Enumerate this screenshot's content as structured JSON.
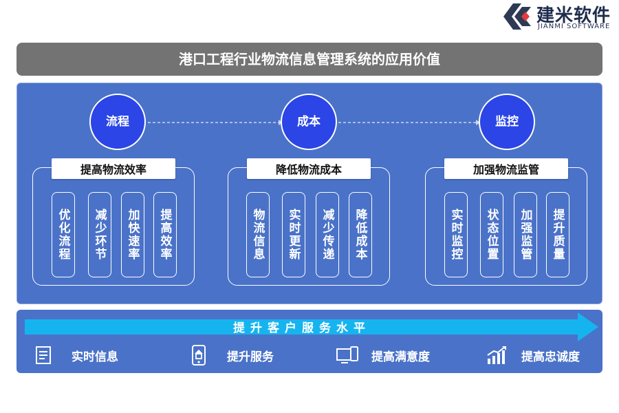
{
  "logo": {
    "name": "建米软件",
    "subtitle": "JIANMI SOFTWARE"
  },
  "title": "港口工程行业物流信息管理系统的应用价值",
  "circles": [
    "流程",
    "成本",
    "监控"
  ],
  "groups": [
    {
      "label": "提高物流效率",
      "items": [
        "优化流程",
        "减少环节",
        "加快速率",
        "提高效率"
      ]
    },
    {
      "label": "降低物流成本",
      "items": [
        "物流信息",
        "实时更新",
        "减少传递",
        "降低成本"
      ]
    },
    {
      "label": "加强物流监管",
      "items": [
        "实时监控",
        "状态位置",
        "加强监管",
        "提升质量"
      ]
    }
  ],
  "banner": "提升客户服务水平",
  "features": [
    {
      "label": "实时信息",
      "icon": "document-icon"
    },
    {
      "label": "提升服务",
      "icon": "mobile-service-icon"
    },
    {
      "label": "提高满意度",
      "icon": "devices-icon"
    },
    {
      "label": "提高忠诚度",
      "icon": "growth-chart-icon"
    }
  ],
  "colors": {
    "panel": "#4a72c8",
    "circle": "#2b45e6",
    "title_bar": "#737373",
    "arrow": "#16b4ef"
  }
}
